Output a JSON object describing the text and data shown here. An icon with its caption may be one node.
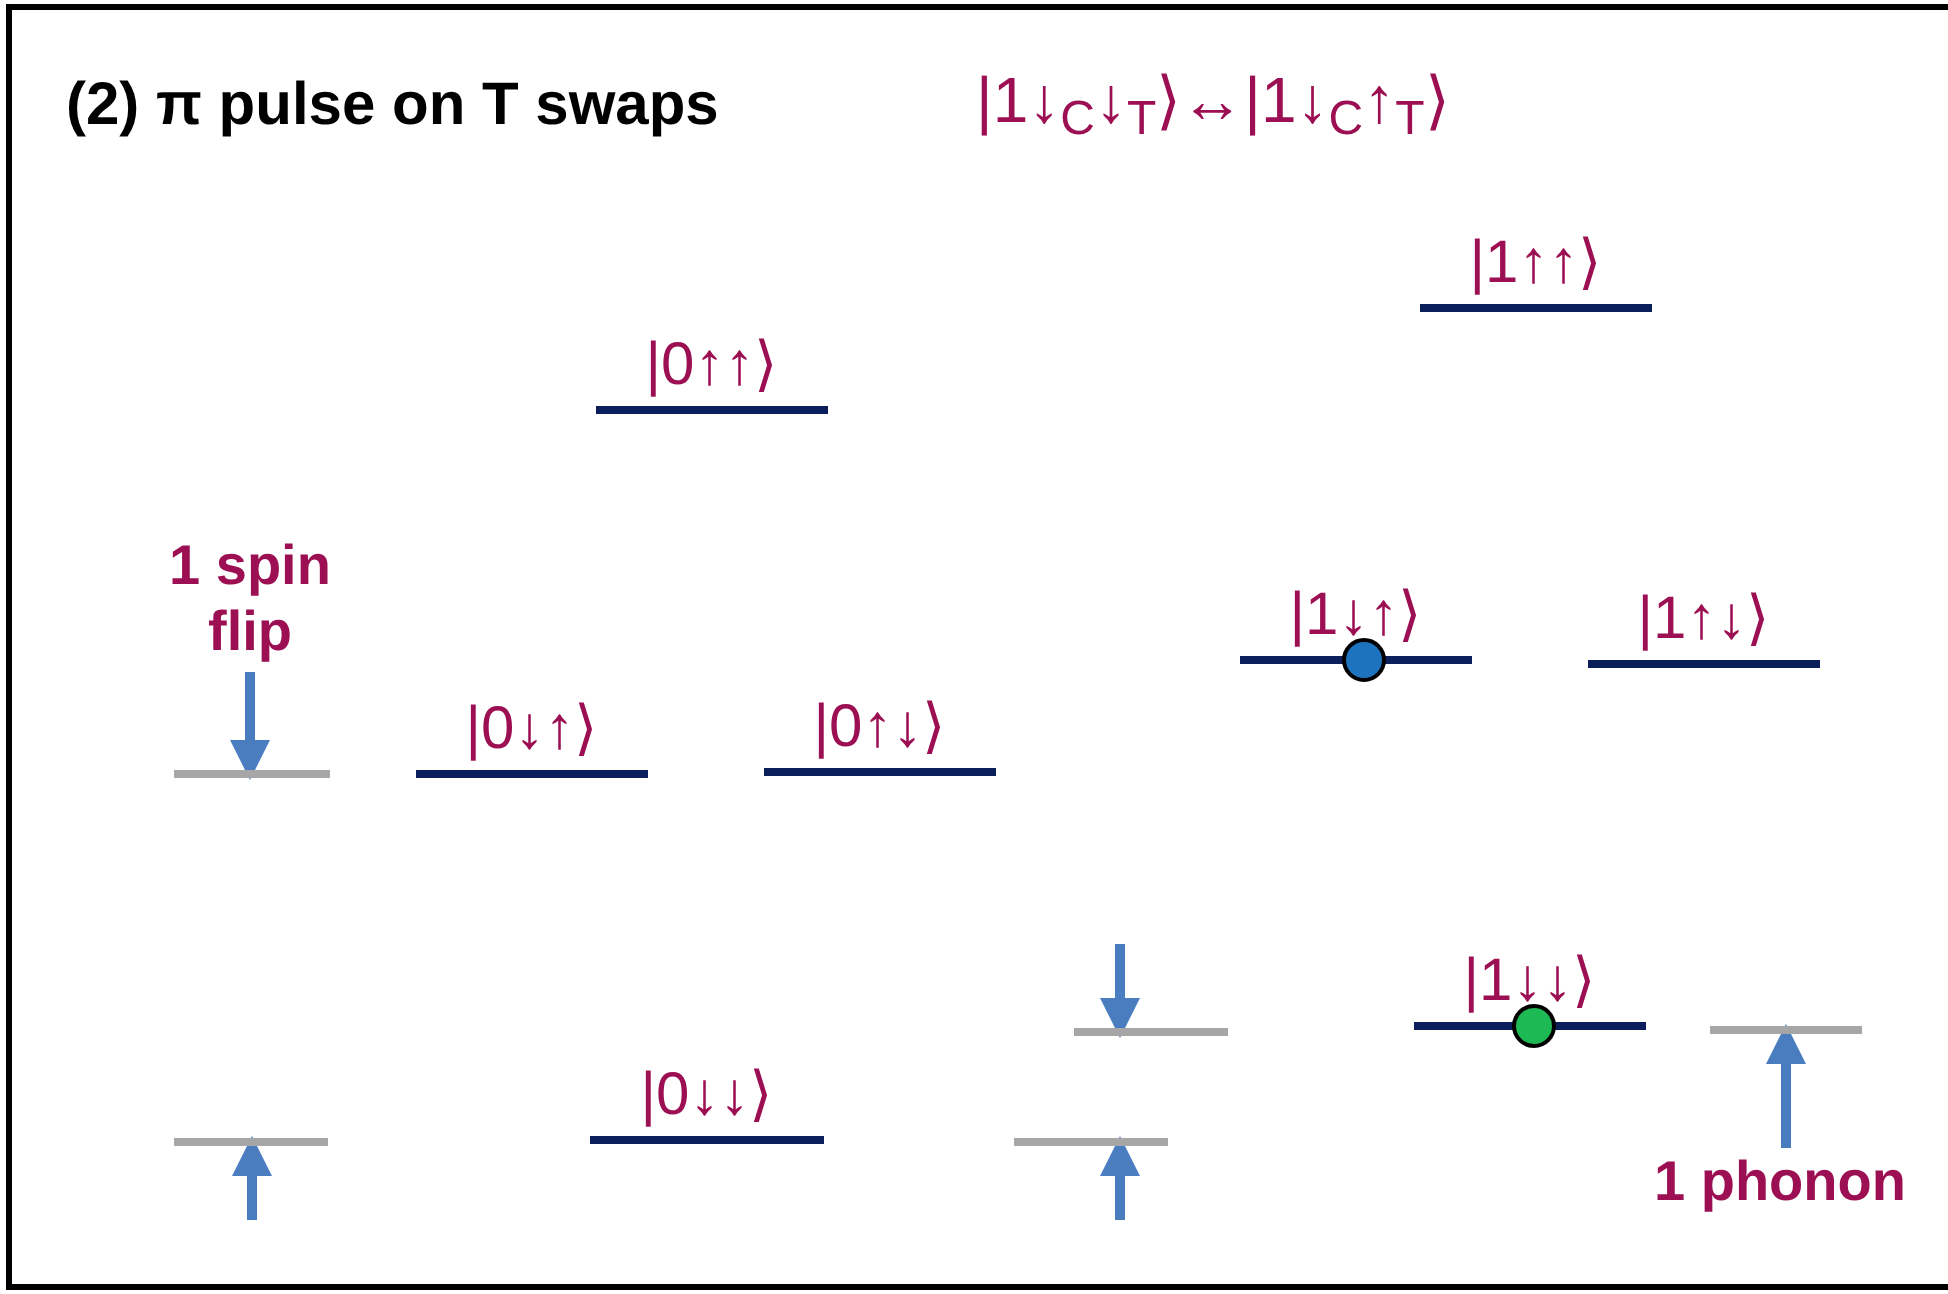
{
  "diagram": {
    "title": "(2) π pulse on T swaps",
    "nodes": [
      {
        "text": [
          "|1↑↑⟩"
        ]
      },
      {
        "text": [
          "|0↑↑⟩"
        ]
      },
      {
        "text": [
          "1 spin flip"
        ]
      },
      {
        "text": [
          "|1↓↑⟩"
        ]
      },
      {
        "text": [
          "|1↑↓⟩"
        ]
      },
      {
        "text": [],
        "shape": "bar"
      },
      {
        "text": [
          "|0↓↑⟩"
        ]
      },
      {
        "text": [
          "|0↑↓⟩"
        ]
      },
      {
        "text": [
          "|1↓↓⟩"
        ]
      },
      {
        "text": [],
        "shape": "bar"
      },
      {
        "text": [],
        "shape": "bar"
      },
      {
        "text": [
          "|0↓↓⟩"
        ]
      },
      {
        "text": [],
        "shape": "bar"
      },
      {
        "text": [],
        "shape": "bar"
      },
      {
        "text": [
          "1 phonon"
        ]
      }
    ],
    "edges": [
      {
        "from": 2,
        "to": 5,
        "arrow": "to"
      },
      {
        "from": null,
        "to": 9,
        "arrow": "to"
      },
      {
        "from": 14,
        "to": 10,
        "arrow": "to"
      },
      {
        "from": null,
        "to": 12,
        "arrow": "to"
      },
      {
        "from": null,
        "to": 13,
        "arrow": "to"
      }
    ],
    "labels": [
      "|1↓$_{C}$↓$_{T}$⟩↔|1↓$_{C}$↑$_{T}$⟩"
    ]
  }
}
